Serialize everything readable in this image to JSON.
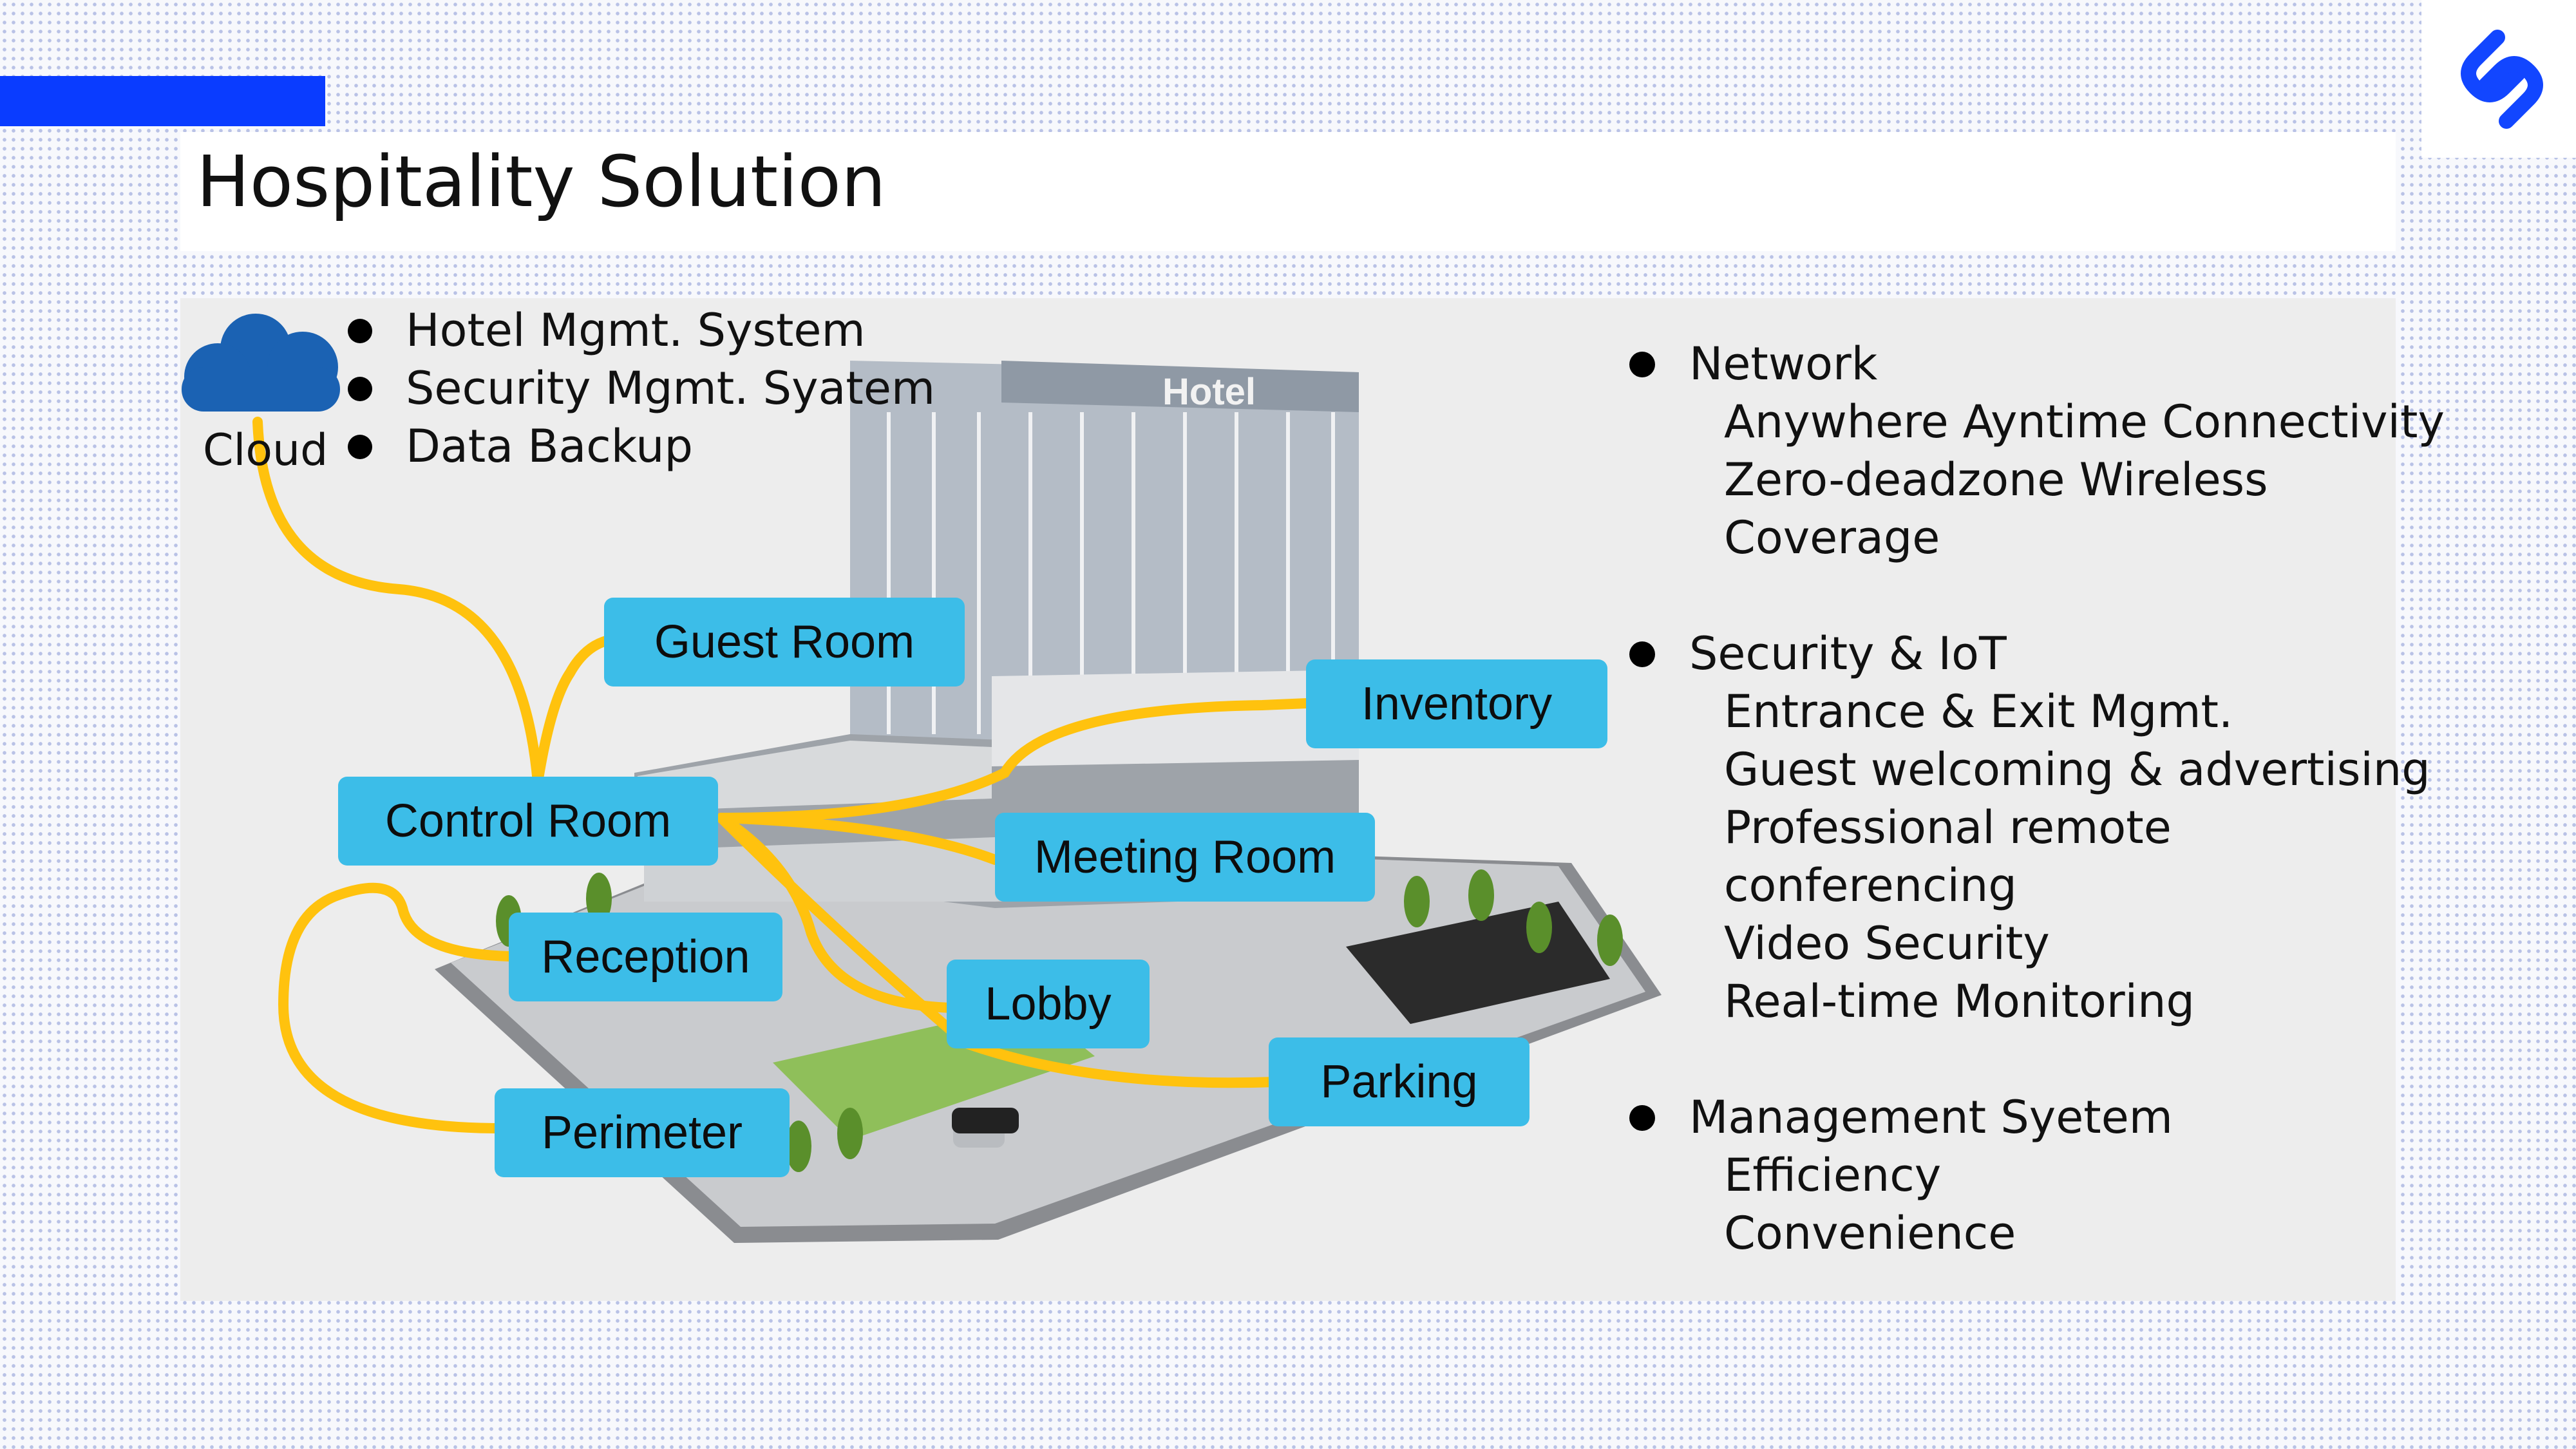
{
  "slide": {
    "title": "Hospitality Solution"
  },
  "cloud": {
    "label": "Cloud",
    "services": [
      "Hotel Mgmt. System",
      "Security Mgmt. Syatem",
      "Data Backup"
    ]
  },
  "building": {
    "sign": "Hotel"
  },
  "nodes": {
    "guest_room": "Guest Room",
    "inventory": "Inventory",
    "control_room": "Control Room",
    "meeting_room": "Meeting Room",
    "reception": "Reception",
    "lobby": "Lobby",
    "parking": "Parking",
    "perimeter": "Perimeter"
  },
  "features": [
    {
      "heading": "Network",
      "items": [
        "Anywhere Ayntime Connectivity",
        "Zero-deadzone Wireless",
        "Coverage"
      ]
    },
    {
      "heading": "Security & IoT",
      "items": [
        "Entrance & Exit Mgmt.",
        "Guest welcoming & advertising",
        "Professional remote",
        "conferencing",
        "Video Security",
        "Real-time Monitoring"
      ]
    },
    {
      "heading": "Management Syetem",
      "items": [
        "Efficiency",
        "Convenience"
      ]
    }
  ],
  "colors": {
    "accent_bar": "#0a3cff",
    "logo": "#1246ff",
    "node_fill": "#3cbde8",
    "connector": "#ffc20e",
    "cloud": "#1b62b3"
  },
  "icons": {
    "brand_logo": "chain-link-logo-icon",
    "cloud": "cloud-icon",
    "bullet": "black-dot-bullet"
  }
}
